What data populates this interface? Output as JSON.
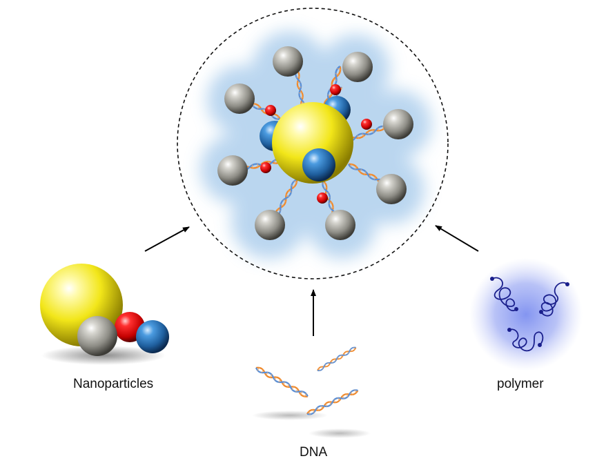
{
  "labels": {
    "nanoparticles": "Nanoparticles",
    "dna": "DNA",
    "polymer": "polymer"
  },
  "icons": {
    "assembly": "nanoparticle-assembly-icon",
    "nanoparticles": "nanoparticles-cluster-icon",
    "dna": "dna-double-helix-icon",
    "polymer": "polymer-coil-icon"
  },
  "colors": {
    "gold_particle": "#f2e619",
    "blue_particle": "#2a6fb5",
    "red_particle": "#e30f10",
    "gray_particle": "#8e8d86",
    "dna_strand_orange": "#f08a2c",
    "dna_strand_blue": "#5b8fd6",
    "polymer_chain": "#1a1f8c",
    "polymer_halo": "#7d8ff0",
    "assembly_halo": "#9cc3e8",
    "arrow": "#000000"
  }
}
